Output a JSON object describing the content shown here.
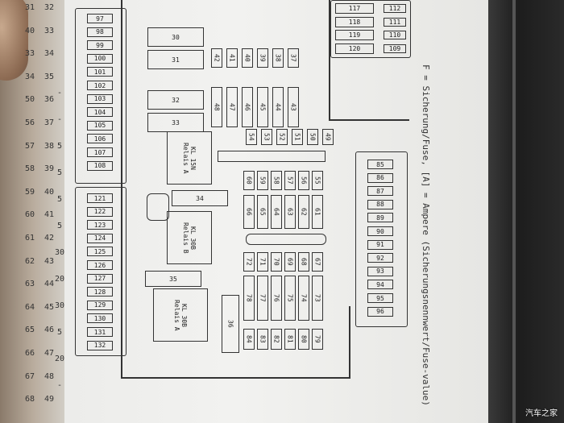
{
  "left_table": {
    "col1": [
      "31",
      "40",
      "33",
      "34",
      "50",
      "56",
      "57",
      "58",
      "59",
      "60",
      "61",
      "62",
      "63",
      "64",
      "65",
      "66",
      "67",
      "68"
    ],
    "col2": [
      "32",
      "33",
      "34",
      "35",
      "36",
      "37",
      "38",
      "39",
      "40",
      "41",
      "42",
      "43",
      "44",
      "45",
      "46",
      "47",
      "48",
      "49"
    ],
    "col3": [
      "-",
      "-",
      "5",
      "5",
      "5",
      "5",
      "30",
      "20",
      "30",
      "5",
      "20",
      "-"
    ]
  },
  "top_left_column": [
    "97",
    "98",
    "99",
    "100",
    "101",
    "102",
    "103",
    "104",
    "105",
    "106",
    "107",
    "108"
  ],
  "bottom_left_column": [
    "121",
    "122",
    "123",
    "124",
    "125",
    "126",
    "127",
    "128",
    "129",
    "130",
    "131",
    "132"
  ],
  "top_right_block": {
    "left": [
      "117",
      "118",
      "119",
      "120"
    ],
    "right": [
      "112",
      "111",
      "110",
      "109"
    ]
  },
  "right_column": [
    "85",
    "86",
    "87",
    "88",
    "89",
    "90",
    "91",
    "92",
    "93",
    "94",
    "95",
    "96"
  ],
  "large_fuses": [
    "30",
    "31",
    "32",
    "33",
    "34",
    "35",
    "36"
  ],
  "row_top": [
    "42",
    "41",
    "40",
    "39",
    "38",
    "37"
  ],
  "row_mid": [
    "48",
    "47",
    "46",
    "45",
    "44",
    "43"
  ],
  "row_small": [
    "54",
    "53",
    "52",
    "51",
    "50",
    "49"
  ],
  "row_60": [
    "60",
    "59",
    "58",
    "57",
    "56",
    "55"
  ],
  "row_66": [
    "66",
    "65",
    "64",
    "63",
    "62",
    "61"
  ],
  "row_72": [
    "72",
    "71",
    "70",
    "69",
    "68",
    "67"
  ],
  "row_78": [
    "78",
    "77",
    "76",
    "75",
    "74",
    "73"
  ],
  "row_84": [
    "84",
    "83",
    "82",
    "81",
    "80",
    "79"
  ],
  "relays": {
    "r1_line1": "Relais A",
    "r1_line2": "KL 15N",
    "r2_line1": "Relais B",
    "r2_line2": "KL 30B",
    "r3_line1": "Relais A",
    "r3_line2": "KL 30B"
  },
  "legend": "F = Sicherung/Fuse, [A] = Ampere (Sicherungsnennwert/Fuse-value)",
  "watermark": "汽车之家"
}
